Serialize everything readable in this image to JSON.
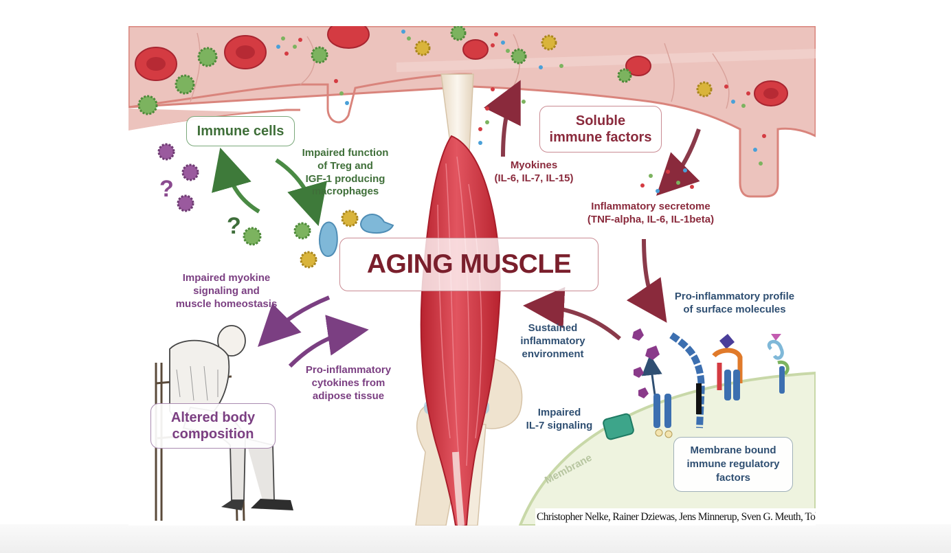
{
  "figure": {
    "title": "AGING MUSCLE",
    "immune_cells": "Immune cells",
    "soluble_factors_line1": "Soluble",
    "soluble_factors_line2": "immune factors",
    "impaired_function": [
      "Impaired function",
      "of Treg and",
      "IGF-1 producing",
      "macrophages"
    ],
    "myokines": [
      "Myokines",
      "(IL-6, IL-7, IL-15)"
    ],
    "inflammatory_secretome": [
      "Inflammatory secretome",
      "(TNF-alpha, IL-6, IL-1beta)"
    ],
    "impaired_myokine": [
      "Impaired myokine",
      "signaling and",
      "muscle homeostasis"
    ],
    "pro_inflammatory_profile": [
      "Pro-inflammatory profile",
      "of surface molecules"
    ],
    "sustained_inflammatory": [
      "Sustained",
      "inflammatory",
      "environment"
    ],
    "pro_inflammatory_cytokines": [
      "Pro-inflammatory",
      "cytokines from",
      "adipose tissue"
    ],
    "impaired_il7": [
      "Impaired",
      "IL-7 signaling"
    ],
    "altered_body_line1": "Altered body",
    "altered_body_line2": "composition",
    "membrane_bound": [
      "Membrane bound",
      "immune regulatory",
      "factors"
    ],
    "membrane_label": "Membrane",
    "question_mark": "?",
    "credit": "Christopher Nelke, Rainer Dziewas, Jens Minnerup, Sven G. Meuth, Tobias Ruck"
  },
  "colors": {
    "vessel": "#ecc3bd",
    "vessel_edge": "#d9847c",
    "red_cell": "#d43b42",
    "muscle": "#d9434e",
    "bone": "#efe3cf",
    "cell_green": "#7cb35f",
    "cell_purple": "#9a5a9e",
    "cell_yellow": "#d9b43b",
    "cell_blue": "#7fb8d8",
    "membrane_fill": "#eef3df",
    "title_color": "#7a1f2c"
  }
}
